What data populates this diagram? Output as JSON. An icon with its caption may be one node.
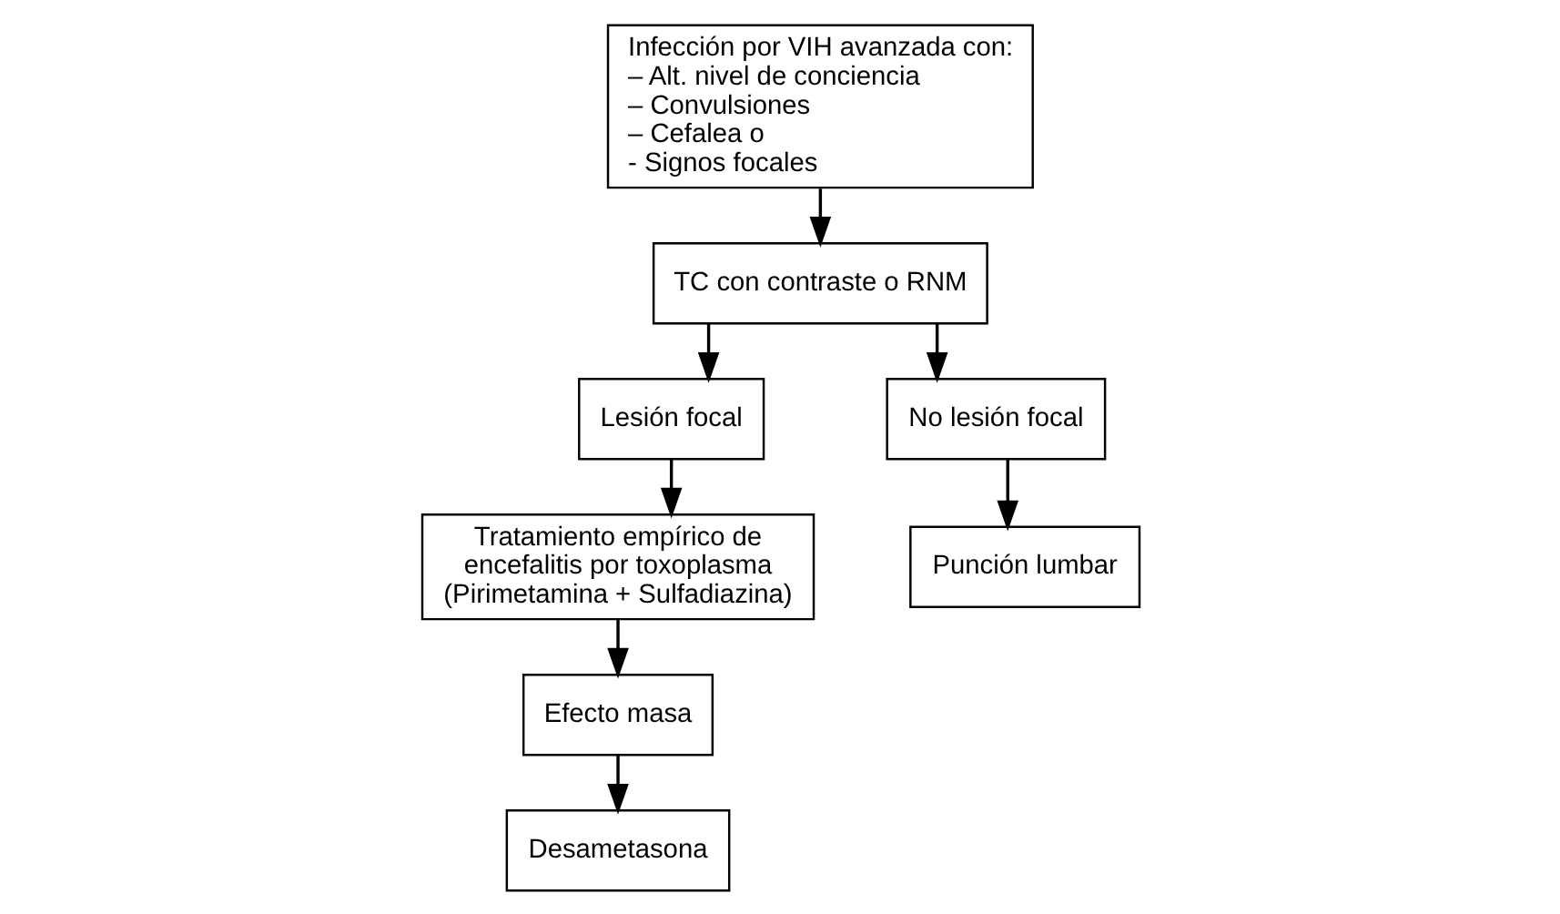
{
  "diagram": {
    "nodes": [
      {
        "text": [
          "Infección por VIH avanzada con:",
          "– Alt. nivel de conciencia",
          "– Convulsiones",
          "– Cefalea o",
          "- Signos focales"
        ]
      },
      {
        "text": [
          "TC con contraste o RNM"
        ]
      },
      {
        "text": [
          "Lesión focal"
        ]
      },
      {
        "text": [
          "No lesión focal"
        ]
      },
      {
        "text": [
          "Tratamiento empírico de encefalitis por toxoplasma (Pirimetamina + Sulfadiazina)"
        ]
      },
      {
        "text": [
          "Efecto masa"
        ]
      },
      {
        "text": [
          "Desametasona"
        ]
      },
      {
        "text": [
          "Punción lumbar"
        ]
      }
    ],
    "edges": [
      {
        "from": 0,
        "to": 1,
        "arrow": "to"
      },
      {
        "from": 1,
        "to": 2,
        "arrow": "to"
      },
      {
        "from": 1,
        "to": 3,
        "arrow": "to"
      },
      {
        "from": 2,
        "to": 4,
        "arrow": "to"
      },
      {
        "from": 4,
        "to": 5,
        "arrow": "to"
      },
      {
        "from": 5,
        "to": 6,
        "arrow": "to"
      },
      {
        "from": 3,
        "to": 7,
        "arrow": "to"
      }
    ]
  }
}
